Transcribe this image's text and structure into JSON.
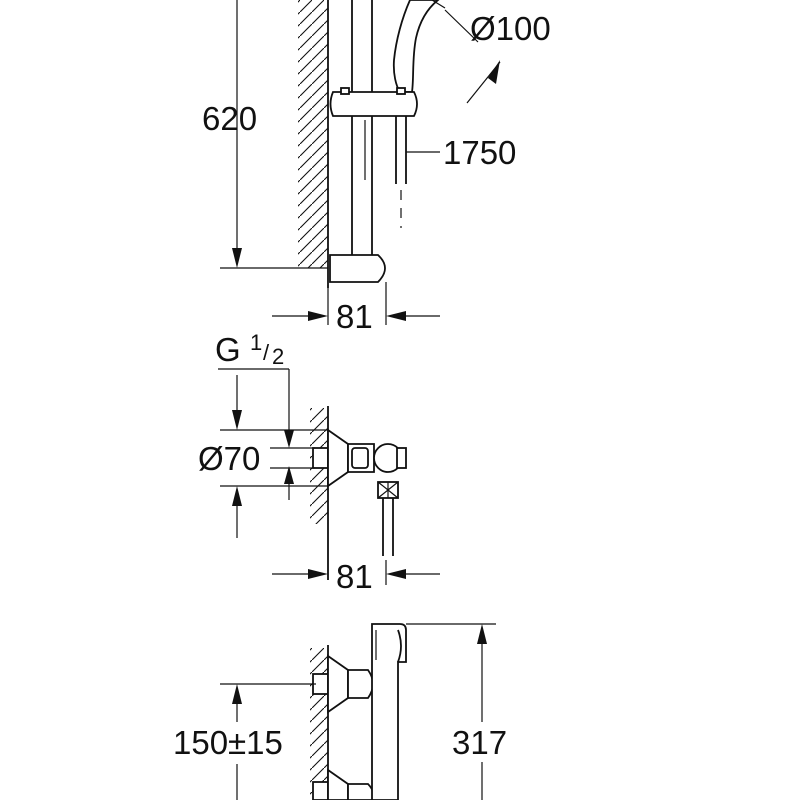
{
  "dimensions": {
    "showerhead_diameter": "Ø100",
    "rail_height": "620",
    "hose_length": "1750",
    "rail_wall_offset": "81",
    "thread_prefix": "G",
    "thread_numerator": "1",
    "thread_slash": "/",
    "thread_denominator": "2",
    "flange_diameter": "Ø70",
    "valve_wall_offset": "81",
    "inlet_spacing": "150±15",
    "mixer_height": "317"
  }
}
